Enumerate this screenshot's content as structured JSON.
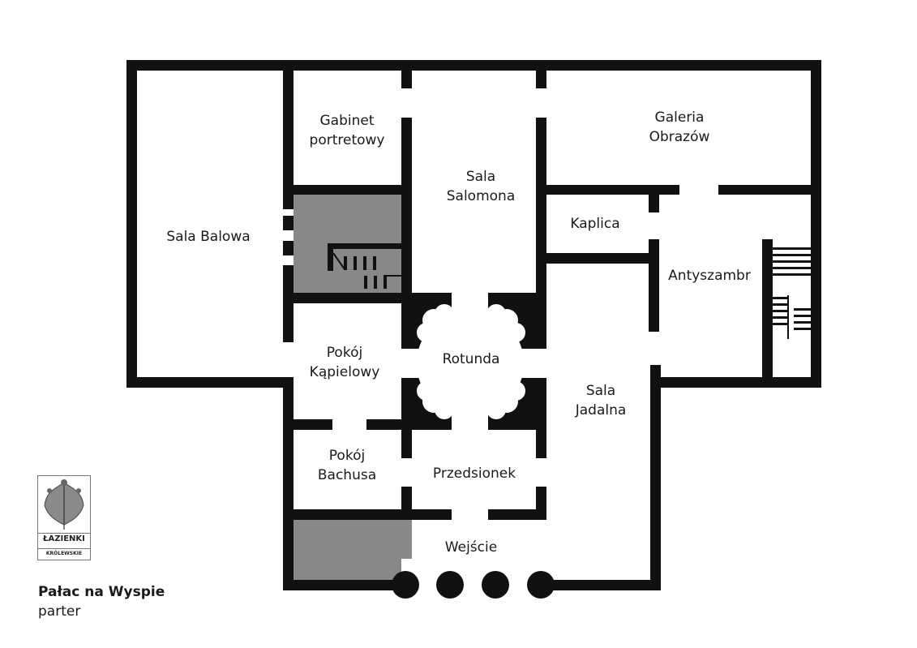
{
  "plan": {
    "wall_color": "#111111",
    "shaded_color": "#888888",
    "rooms": [
      {
        "id": "sala-balowa",
        "label": "Sala Balowa"
      },
      {
        "id": "gabinet",
        "label": "Gabinet\nportretowy"
      },
      {
        "id": "sala-salomona",
        "label": "Sala\nSalomona"
      },
      {
        "id": "galeria",
        "label": "Galeria\nObrazów"
      },
      {
        "id": "kaplica",
        "label": "Kaplica"
      },
      {
        "id": "antyszambr",
        "label": "Antyszambr"
      },
      {
        "id": "rotunda",
        "label": "Rotunda"
      },
      {
        "id": "pokoj-kapielowy",
        "label": "Pokój\nKąpielowy"
      },
      {
        "id": "sala-jadalna",
        "label": "Sala\nJadalna"
      },
      {
        "id": "pokoj-bachusa",
        "label": "Pokój\nBachusa"
      },
      {
        "id": "przedsionek",
        "label": "Przedsionek"
      },
      {
        "id": "wejscie",
        "label": "Wejście"
      }
    ]
  },
  "logo": {
    "line1": "ŁAZIENKI",
    "line2": "KRÓLEWSKIE"
  },
  "caption": {
    "title": "Pałac na Wyspie",
    "subtitle": "parter"
  }
}
